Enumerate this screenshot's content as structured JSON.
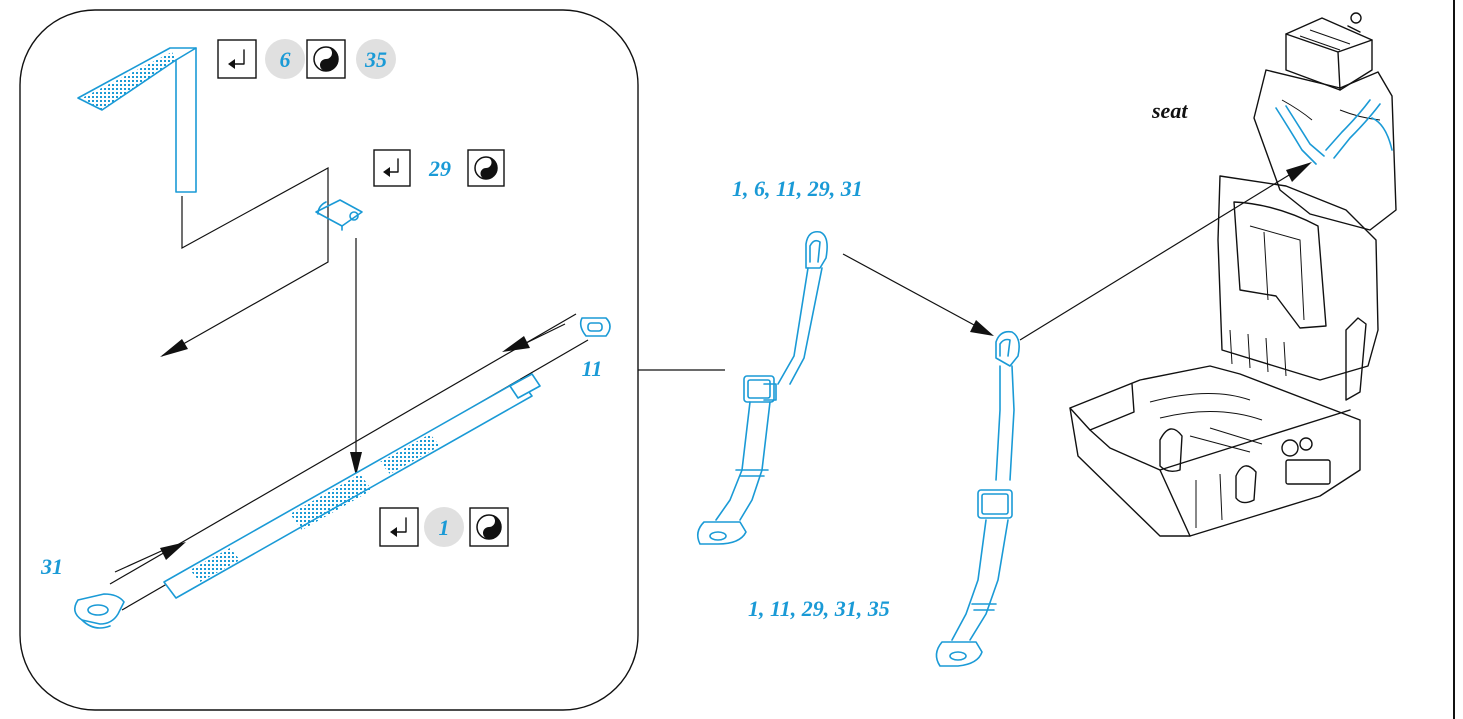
{
  "colors": {
    "part_blue": "#1a9ad6",
    "ink": "#111111",
    "badge_gray": "#e0e0e0"
  },
  "detail_panel": {
    "step_a": {
      "numbers": [
        "6",
        "35"
      ],
      "icons": [
        "fold-icon",
        "paint-icon"
      ]
    },
    "step_b": {
      "number": "29",
      "icons": [
        "fold-icon",
        "paint-icon"
      ]
    },
    "step_c": {
      "number": "1",
      "icons": [
        "fold-icon",
        "paint-icon"
      ]
    },
    "part_11": "11",
    "part_31": "31"
  },
  "assembly": {
    "belt_upper_label": "1, 6, 11, 29, 31",
    "belt_lower_label": "1, 11, 29, 31, 35",
    "seat_label": "seat"
  }
}
